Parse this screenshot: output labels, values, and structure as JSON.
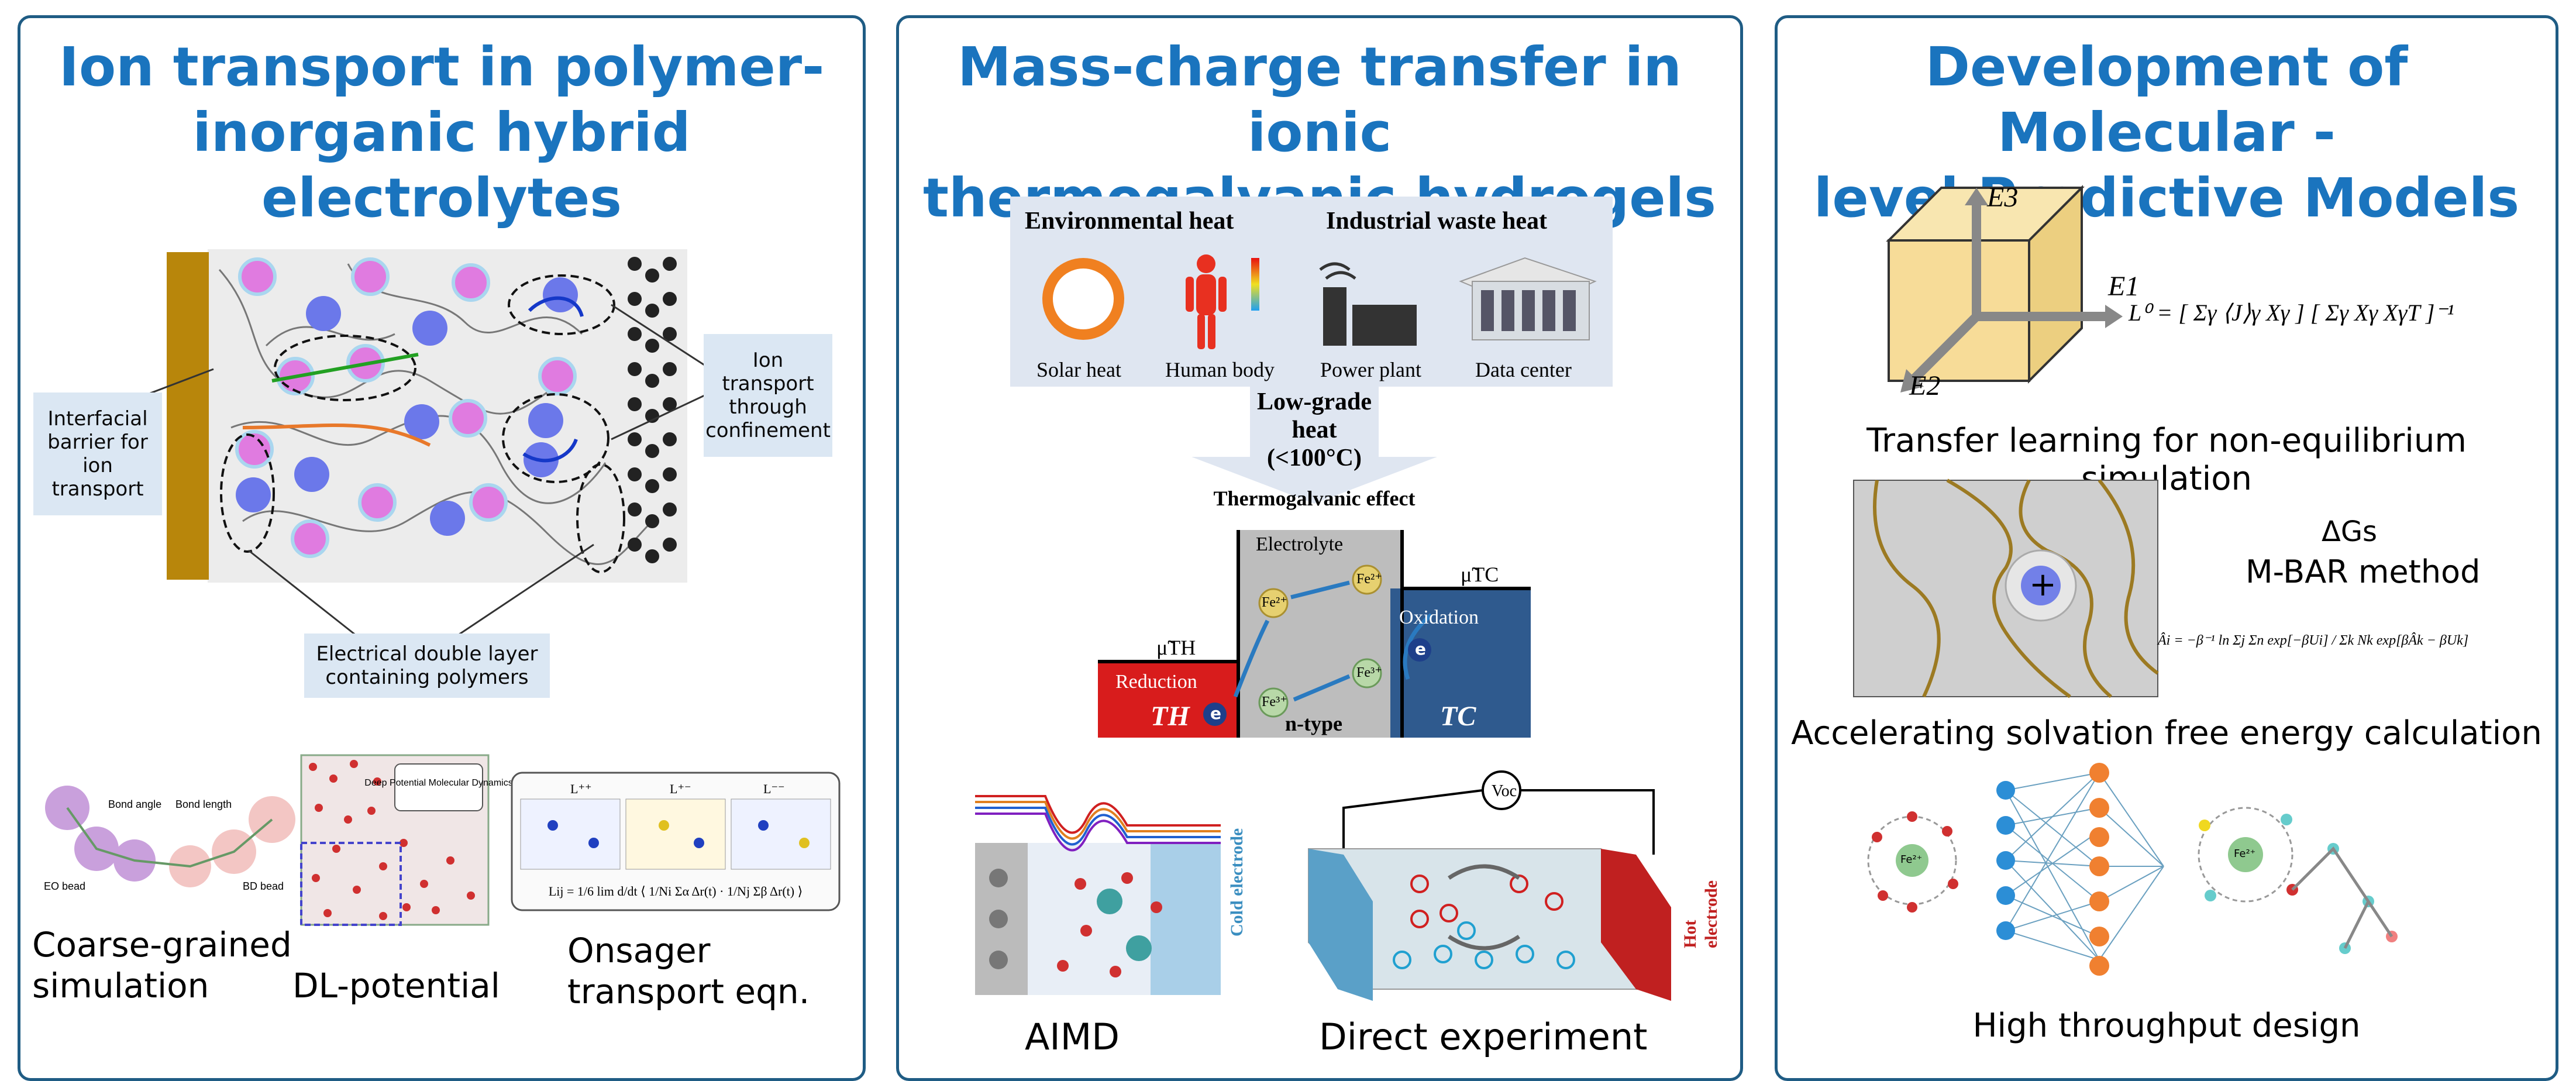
{
  "panel1": {
    "title_line1": "Ion transport in polymer-",
    "title_line2": "inorganic hybrid electrolytes",
    "callout_interface": [
      "Interfacial",
      "barrier for",
      "ion",
      "transport"
    ],
    "callout_confinement": [
      "Ion",
      "transport",
      "through",
      "confinement"
    ],
    "callout_edl": [
      "Electrical double layer",
      "containing polymers"
    ],
    "cg_labels": {
      "bond_angle": "Bond angle",
      "bond_length": "Bond length",
      "eo_bead": "EO bead",
      "bd_bead": "BD bead"
    },
    "dl_inset": "Deep Potential Molecular Dynamics",
    "onsager_heads": [
      "L⁺⁺",
      "L⁺⁻",
      "L⁻⁻"
    ],
    "onsager_formula": "Lij = 1/6 lim d/dt ⟨ 1/Ni Σα Δr(t) · 1/Nj Σβ Δr(t) ⟩",
    "captions": {
      "coarse_grained": [
        "Coarse-grained",
        "simulation"
      ],
      "dl_potential": "DL-potential",
      "onsager": [
        "Onsager",
        "transport eqn."
      ]
    }
  },
  "panel2": {
    "title_line1": "Mass-charge transfer in ionic",
    "title_line2": "thermogalvanic hydrogels",
    "heat_headers": {
      "environmental": "Environmental heat",
      "industrial": "Industrial waste heat"
    },
    "heat_sources": [
      "Solar heat",
      "Human body",
      "Power plant",
      "Data center"
    ],
    "arrow_text": [
      "Low-grade",
      "heat",
      "(<100°C)"
    ],
    "effect_label": "Thermogalvanic effect",
    "electrolyte": "Electrolyte",
    "mu_hot": "μ̃TH",
    "mu_cold": "μ̃TC",
    "reduction": "Reduction",
    "oxidation": "Oxidation",
    "t_hot": "TH",
    "t_cold": "TC",
    "ntype": "n-type",
    "fe2": "Fe²⁺",
    "fe3": "Fe³⁺",
    "electron": "e",
    "cold_electrode": "Cold electrode",
    "hot_electrode": "Hot electrode",
    "voc": "Voc",
    "captions": {
      "aimd": "AIMD",
      "direct": "Direct experiment"
    }
  },
  "panel3": {
    "title_line1": "Development of Molecular -",
    "title_line2": "level Predictive Models",
    "axes": {
      "e1": "E1",
      "e2": "E2",
      "e3": "E3"
    },
    "l0_formula": "L⁰ = [ Σγ ⟨J⟩γ Xγ ] [ Σγ Xγ XγT ]⁻¹",
    "transfer_caption": "Transfer learning for non-equilibrium simulation",
    "delta_g": "ΔGs",
    "mbar": "M-BAR method",
    "mbar_formula": "Âi = −β⁻¹ ln Σj Σn exp[−βUi] / Σk Nk exp[βÂk − βUk]",
    "solvation_caption": "Accelerating solvation free energy calculation",
    "plus": "+",
    "fe_label": "Fe²⁺",
    "ht_caption": "High throughput design"
  },
  "colors": {
    "title": "#1a74be",
    "panel_border": "#1f5c84",
    "callout_bg": "#dbe7f3",
    "hot": "#d81c1c",
    "cold": "#2f5a8e"
  }
}
